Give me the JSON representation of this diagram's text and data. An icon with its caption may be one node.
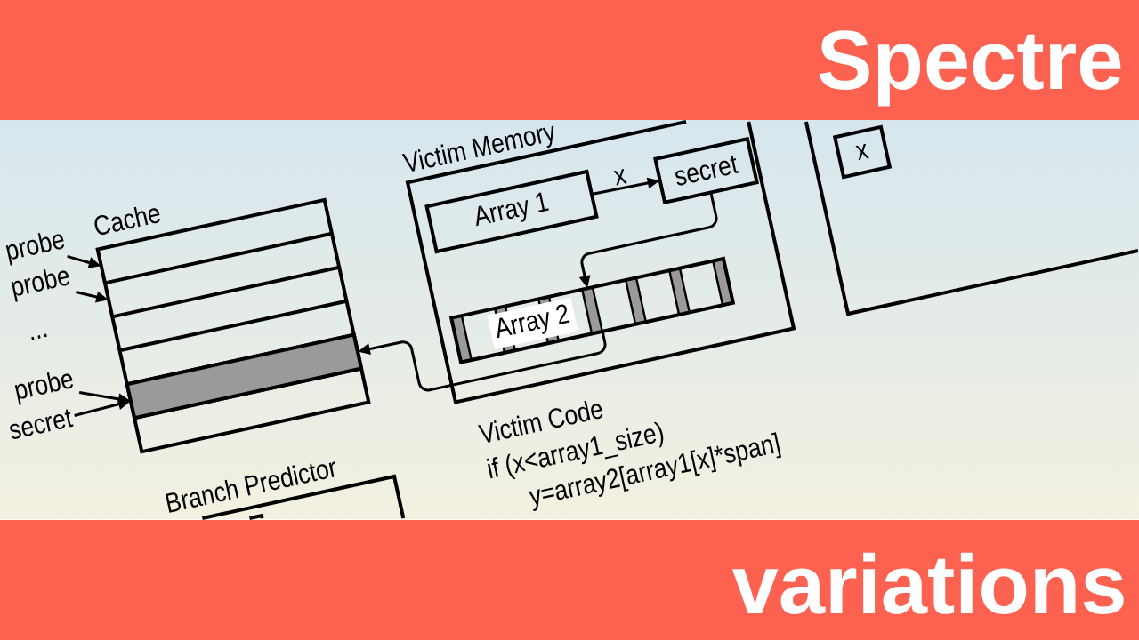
{
  "diagram": {
    "title": "Spectre",
    "caption": "variations",
    "nodes": [
      {
        "text": [
          "probe"
        ]
      },
      {
        "text": [
          "probe"
        ]
      },
      {
        "text": [
          "probe"
        ]
      },
      {
        "text": [
          "secret"
        ]
      },
      {
        "text": [
          "Cache"
        ]
      },
      {
        "text": [],
        "shape": "bar",
        "in": 4
      },
      {
        "text": [
          "Victim Memory"
        ]
      },
      {
        "text": [
          "Array 1"
        ],
        "in": 6
      },
      {
        "text": [
          "secret"
        ],
        "in": 6
      },
      {
        "text": [
          "Array 2"
        ],
        "in": 6
      },
      {
        "text": [],
        "shape": "box"
      },
      {
        "text": [
          "x"
        ],
        "in": 10
      },
      {
        "text": [
          "Branch Predictor"
        ]
      }
    ],
    "edges": [
      {
        "from": 0,
        "to": 4,
        "arrow": "to"
      },
      {
        "from": 1,
        "to": 4,
        "arrow": "to"
      },
      {
        "from": 2,
        "to": 5,
        "arrow": "to"
      },
      {
        "from": 3,
        "to": 5,
        "arrow": "to"
      },
      {
        "from": 7,
        "to": 8,
        "arrow": "to",
        "label": "x"
      },
      {
        "from": 8,
        "to": 9,
        "arrow": "to"
      },
      {
        "from": 9,
        "to": 5,
        "arrow": "to"
      }
    ],
    "labels": [
      "...",
      "Victim Code",
      "if (x<array1_size)",
      "y=array2[array1[x]*span]"
    ]
  }
}
